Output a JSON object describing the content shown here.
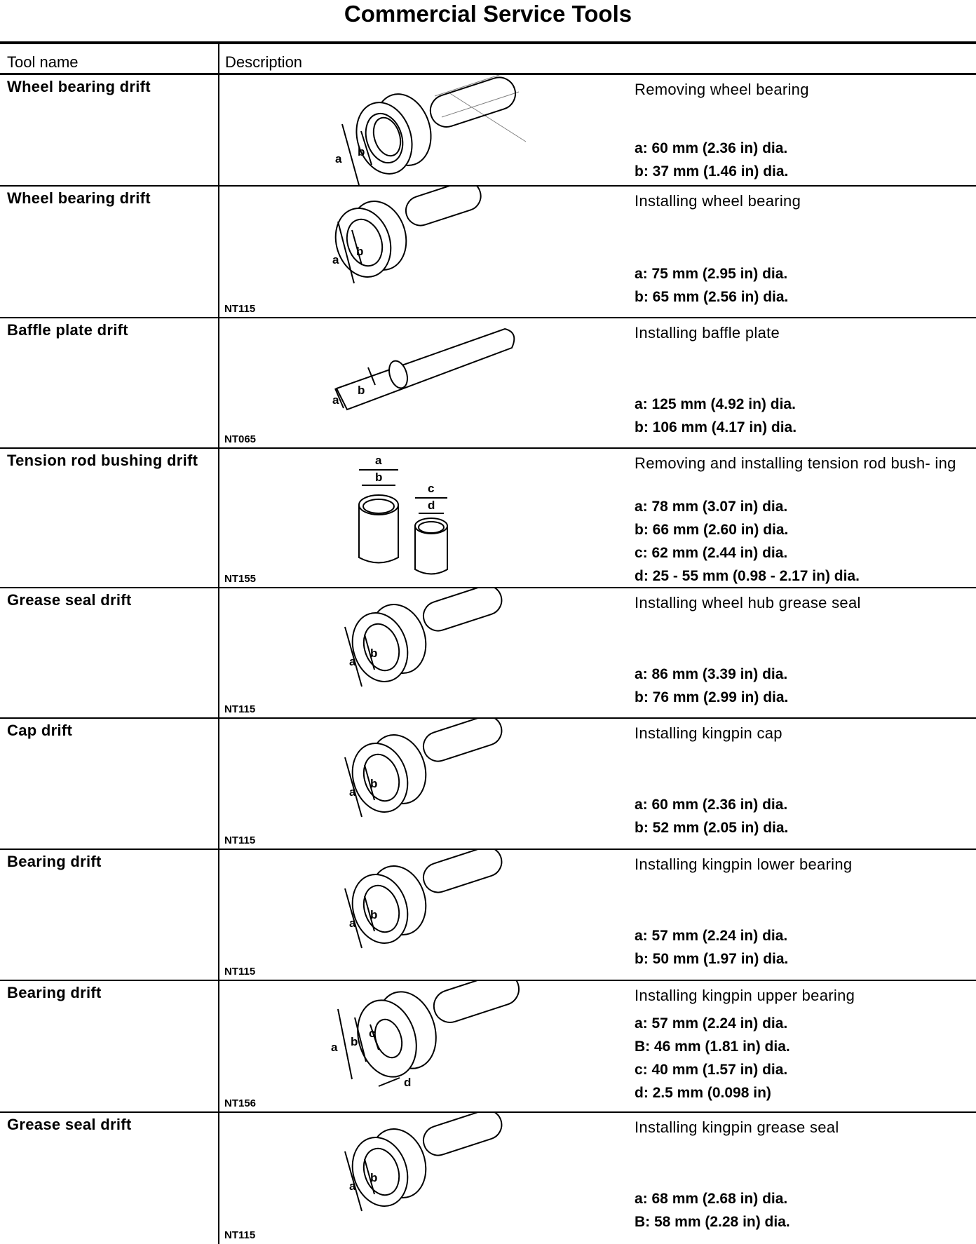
{
  "page_title": "Commercial Service Tools",
  "header": {
    "col1": "Tool name",
    "col2": "Description"
  },
  "rows": [
    {
      "name": "Wheel bearing drift",
      "code": "",
      "purpose": "Removing wheel bearing",
      "specs": [
        "a: 60 mm (2.36 in) dia.",
        "b: 37 mm (1.46 in) dia."
      ]
    },
    {
      "name": "Wheel bearing drift",
      "code": "NT115",
      "purpose": "Installing wheel bearing",
      "specs": [
        "a: 75 mm (2.95 in) dia.",
        "b: 65 mm (2.56 in) dia."
      ]
    },
    {
      "name": "Baffle plate drift",
      "code": "NT065",
      "purpose": "Installing baffle plate",
      "specs": [
        "a: 125 mm (4.92 in) dia.",
        "b: 106 mm (4.17 in) dia."
      ]
    },
    {
      "name": "Tension rod bushing drift",
      "code": "NT155",
      "purpose": "Removing and installing tension rod bush- ing",
      "specs": [
        "a: 78 mm (3.07 in) dia.",
        "b: 66 mm (2.60 in) dia.",
        "c: 62 mm (2.44 in) dia.",
        "d: 25 - 55 mm (0.98 - 2.17 in) dia."
      ]
    },
    {
      "name": "Grease seal drift",
      "code": "NT115",
      "purpose": "Installing wheel hub grease seal",
      "specs": [
        "a: 86 mm (3.39 in) dia.",
        "b: 76 mm (2.99 in) dia."
      ]
    },
    {
      "name": "Cap drift",
      "code": "NT115",
      "purpose": "Installing kingpin cap",
      "specs": [
        "a: 60 mm (2.36 in) dia.",
        "b: 52 mm (2.05 in) dia."
      ]
    },
    {
      "name": "Bearing drift",
      "code": "NT115",
      "purpose": "Installing kingpin lower bearing",
      "specs": [
        "a: 57 mm (2.24 in) dia.",
        "b: 50 mm (1.97 in) dia."
      ]
    },
    {
      "name": "Bearing drift",
      "code": "NT156",
      "purpose": "Installing kingpin upper bearing",
      "specs": [
        "a: 57 mm (2.24 in) dia.",
        "B: 46 mm (1.81 in) dia.",
        "c: 40 mm (1.57 in) dia.",
        "d: 2.5 mm (0.098 in)"
      ]
    },
    {
      "name": "Grease seal drift",
      "code": "NT115",
      "purpose": "Installing kingpin grease seal",
      "specs": [
        "a: 68 mm (2.68 in) dia.",
        "B: 58 mm (2.28 in) dia."
      ]
    }
  ],
  "figure_labels": {
    "a": "a",
    "b": "b",
    "c": "c",
    "d": "d"
  }
}
